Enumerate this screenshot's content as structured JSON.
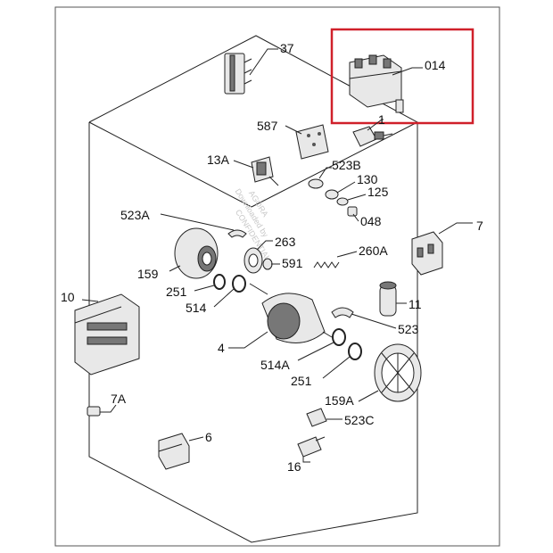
{
  "labels": {
    "p37": "37",
    "p014": "014",
    "p587": "587",
    "p1": "1",
    "p13A": "13A",
    "p523B": "523B",
    "p130": "130",
    "p125": "125",
    "p048": "048",
    "p523A": "523A",
    "p263": "263",
    "p591": "591",
    "p260A": "260A",
    "p7": "7",
    "p159": "159",
    "p251a": "251",
    "p514": "514",
    "p10": "10",
    "p11": "11",
    "p523": "523",
    "p4": "4",
    "p514A": "514A",
    "p251b": "251",
    "p159A": "159A",
    "p7A": "7A",
    "p523C": "523C",
    "p6": "6",
    "p16": "16"
  },
  "watermark": {
    "line1": "AGORA",
    "line2": "Downloaded by",
    "line3": "CONFIDENTIAL"
  },
  "highlight_color": "#d0202a"
}
